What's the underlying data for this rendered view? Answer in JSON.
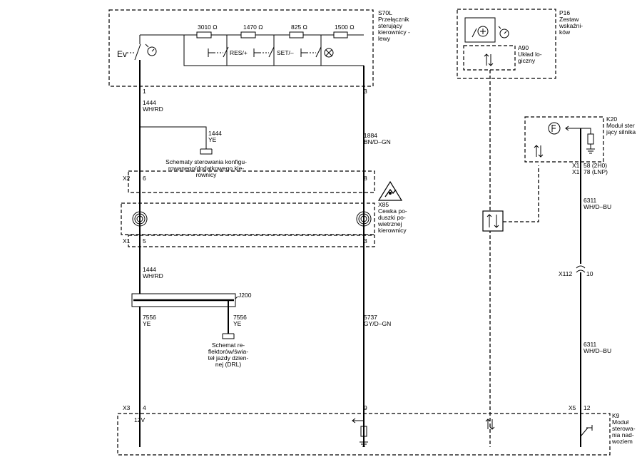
{
  "components": {
    "s70l": {
      "ref": "S70L",
      "lines": [
        "Przełącznik",
        "sterujący",
        "kierownicy -",
        "lewy"
      ],
      "ev": "Ev",
      "res": "RES/+",
      "set": "SET/–",
      "r1": "3010 Ω",
      "r2": "1470 Ω",
      "r3": "825 Ω",
      "r4": "1500 Ω"
    },
    "p16": {
      "ref": "P16",
      "lines": [
        "Zestaw",
        "wskaźni-",
        "ków"
      ]
    },
    "a90": {
      "ref": "A90",
      "lines": [
        "Układ lo-",
        "giczny"
      ]
    },
    "k20": {
      "ref": "K20",
      "lines": [
        "Moduł ster",
        "jący silnika"
      ]
    },
    "x85": {
      "ref": "X85",
      "lines": [
        "Cewka po-",
        "duszki po-",
        "wietrznej",
        "kierownicy"
      ]
    },
    "j200": {
      "ref": "J200"
    },
    "k9": {
      "ref": "K9",
      "lines": [
        "Moduł",
        "sterowa-",
        "nia nad-",
        "woziem"
      ]
    }
  },
  "pins": {
    "p1": "1",
    "p3": "3",
    "x2": "X2",
    "x2a": "6",
    "x2b": "8",
    "x1": "X1",
    "x1a": "5",
    "x1b": "3",
    "x3": "X3",
    "x3a": "4",
    "x3b": "9",
    "x5": "X5",
    "x5a": "12",
    "x112": "X112",
    "x112a": "10",
    "k20x1a": "X1",
    "k20x1b": "X1",
    "k20p1": "58 (2H0)",
    "k20p2": "78 (LNP)",
    "v12": "12V"
  },
  "wires": {
    "w1": {
      "circuit": "1444",
      "color": "WH/RD"
    },
    "w2": {
      "circuit": "1444",
      "color": "YE"
    },
    "w3": {
      "circuit": "1884",
      "color": "BN/D–GN"
    },
    "w4": {
      "circuit": "1444",
      "color": "WH/RD"
    },
    "w5": {
      "circuit": "7556",
      "color": "YE"
    },
    "w6": {
      "circuit": "7556",
      "color": "YE"
    },
    "w7": {
      "circuit": "5737",
      "color": "GY/D–GN"
    },
    "w8": {
      "circuit": "6311",
      "color": "WH/D–BU"
    },
    "w9": {
      "circuit": "6311",
      "color": "WH/D–BU"
    }
  },
  "notes": {
    "schemat1": [
      "Schematy sterowania konfigu-",
      "rowanego/dodatkowego kie-",
      "rownicy"
    ],
    "schemat2": [
      "Schemat re-",
      "flektorów/świa-",
      "teł jazdy dzien-",
      "nej (DRL)"
    ]
  }
}
